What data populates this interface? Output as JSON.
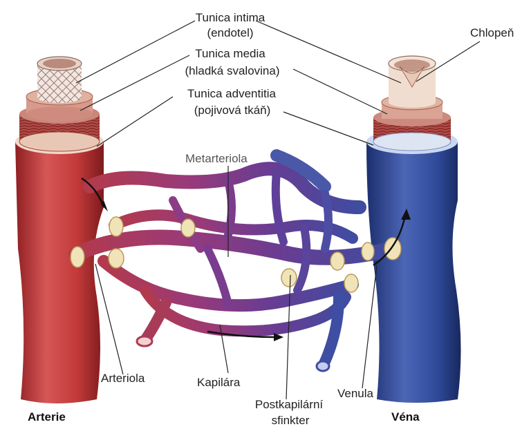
{
  "labels": {
    "tunica_intima": "Tunica intima",
    "endotel": "(endotel)",
    "tunica_media": "Tunica media",
    "hladka": "(hladká svalovina)",
    "tunica_adventitia": "Tunica adventitia",
    "pojivova": "(pojivová tkáň)",
    "chlopen": "Chlopeň",
    "metarteriola": "Metarteriola",
    "arteriola": "Arteriola",
    "kapilara": "Kapilára",
    "postkapilarni": "Postkapilární",
    "sfinkter": "sfinkter",
    "venula": "Venula",
    "arterie": "Arterie",
    "vena": "Véna"
  },
  "colors": {
    "artery": "#c23a3a",
    "vein": "#2f4a9a",
    "capillary_mid": "#7a3a8a",
    "sphincter": "#f1e3b8",
    "leader": "#222222"
  }
}
